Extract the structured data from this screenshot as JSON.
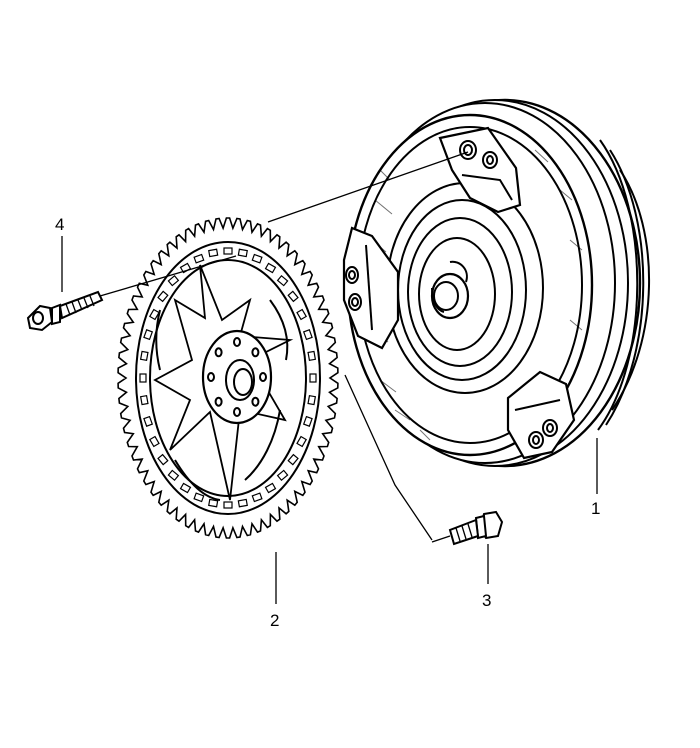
{
  "diagram": {
    "callouts": [
      {
        "id": "1",
        "label": "1"
      },
      {
        "id": "2",
        "label": "2"
      },
      {
        "id": "3",
        "label": "3"
      },
      {
        "id": "4",
        "label": "4"
      }
    ],
    "colors": {
      "ink": "#000000",
      "paper": "#ffffff"
    },
    "parts": [
      {
        "callout": "1",
        "icon": "torque-converter-icon"
      },
      {
        "callout": "2",
        "icon": "flex-plate-icon"
      },
      {
        "callout": "3",
        "icon": "bolt-icon"
      },
      {
        "callout": "4",
        "icon": "bolt-icon"
      }
    ]
  }
}
